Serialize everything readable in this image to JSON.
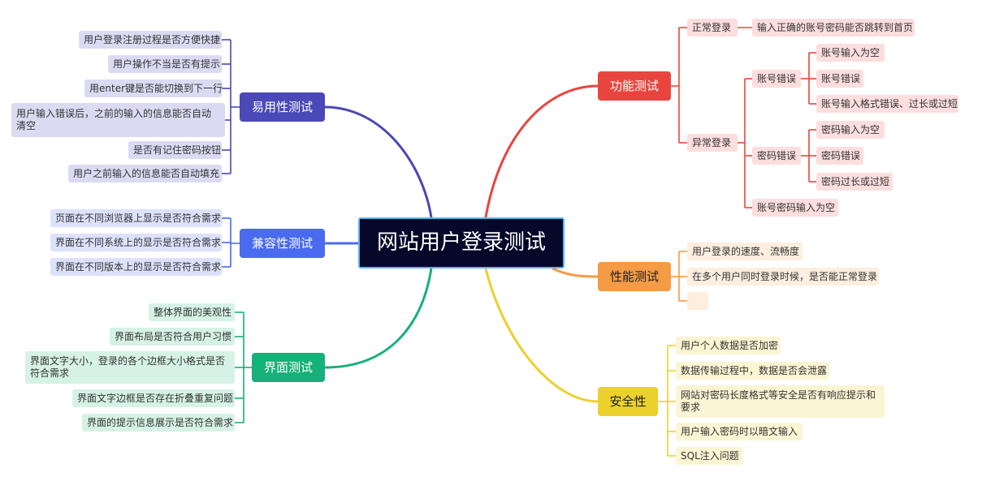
{
  "center": "网站用户登录测试",
  "colors": {
    "usability": "#4b48b8",
    "compat": "#4a6bf0",
    "ui": "#16b07a",
    "func": "#e9453f",
    "perf": "#f59a45",
    "security": "#ecd02b"
  },
  "usability": {
    "title": "易用性测试",
    "items": [
      "用户登录注册过程是否方便快捷",
      "用户操作不当是否有提示",
      "用enter键是否能切换到下一行",
      "用户输入错误后，之前的输入的信息能否自动清空",
      "是否有记住密码按钮",
      "用户之前输入的信息能否自动填充"
    ]
  },
  "compat": {
    "title": "兼容性测试",
    "items": [
      "页面在不同浏览器上显示是否符合需求",
      "界面在不同系统上的显示是否符合需求",
      "界面在不同版本上的显示是否符合需求"
    ]
  },
  "ui": {
    "title": "界面测试",
    "items": [
      "整体界面的美观性",
      "界面布局是否符合用户习惯",
      "界面文字大小，登录的各个边框大小格式是否符合需求",
      "界面文字边框是否存在折叠重复问题",
      "界面的提示信息展示是否符合需求"
    ]
  },
  "func": {
    "title": "功能测试",
    "normal": {
      "label": "正常登录",
      "child": "输入正确的账号密码能否跳转到首页"
    },
    "abnormal": {
      "label": "异常登录",
      "account": {
        "label": "账号错误",
        "items": [
          "账号输入为空",
          "账号错误",
          "账号输入格式错误、过长或过短"
        ]
      },
      "password": {
        "label": "密码错误",
        "items": [
          "密码输入为空",
          "密码错误",
          "密码过长或过短"
        ]
      },
      "both": "账号密码输入为空"
    }
  },
  "perf": {
    "title": "性能测试",
    "items": [
      "用户登录的速度、流畅度",
      "在多个用户同时登录时候，是否能正常登录",
      ""
    ]
  },
  "security": {
    "title": "安全性",
    "items": [
      "用户个人数据是否加密",
      "数据传输过程中，数据是否会泄露",
      "网站对密码长度格式等安全是否有响应提示和要求",
      " 用户输入密码时以暗文输入",
      "SQL注入问题"
    ]
  }
}
